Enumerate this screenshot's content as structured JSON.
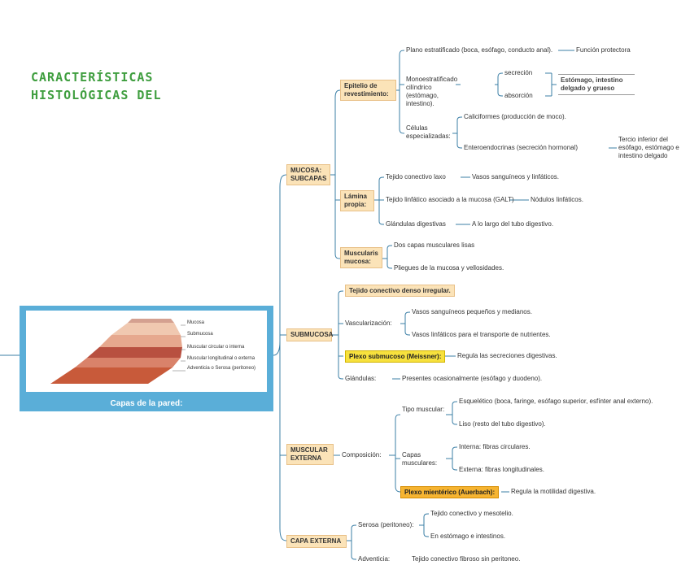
{
  "title": "CARACTERÍSTICAS HISTOLÓGICAS DEL",
  "image_card": {
    "caption": "Capas de la pared:",
    "layers": [
      "Mucosa",
      "Submucosa",
      "Muscular circular o interna",
      "Muscular longitudinal o externa",
      "Adventicia o Serosa (peritoneo)"
    ]
  },
  "mucosa": {
    "label": "MUCOSA: SUBCAPAS",
    "epitelio": {
      "label": "Epitelio de revestimiento:",
      "items": {
        "plano": "Plano estratificado (boca, esófago, conducto anal).",
        "plano_note": "Función protectora",
        "cilindrico": "Monoestratificado cilíndrico (estómago, intestino).",
        "secrecion": "secreción",
        "absorcion": "absorción",
        "cilindrico_note": "Estómago, intestino delgado y grueso",
        "celulas": "Células especializadas:",
        "caliciformes": "Caliciformes (producción de moco).",
        "enteroendocrinas": "Enteroendocrinas (secreción hormonal)",
        "enteroendocrinas_note": "Tercio inferior del esófago, estómago e intestino delgado"
      }
    },
    "lamina": {
      "label": "Lámina propia:",
      "items": {
        "t1": "Tejido conectivo laxo",
        "t1_note": "Vasos sanguíneos y linfáticos.",
        "t2": "Tejido linfático asociado a la mucosa (GALT)",
        "t2_note": "Nódulos linfáticos.",
        "t3": "Glándulas digestivas",
        "t3_note": "A lo largo del tubo digestivo."
      }
    },
    "muscularis": {
      "label": "Muscularis mucosa:",
      "items": {
        "m1": "Dos capas musculares lisas",
        "m2": "Pliegues de la mucosa y vellosidades."
      }
    }
  },
  "submucosa": {
    "label": "SUBMUCOSA",
    "items": {
      "tejido": "Tejido conectivo denso irregular.",
      "vasc": "Vascularización:",
      "vasc1": "Vasos sanguíneos pequeños y medianos.",
      "vasc2": "Vasos linfáticos para el transporte de nutrientes.",
      "plexo": "Plexo submucoso (Meissner):",
      "plexo_note": "Regula las secreciones digestivas.",
      "glandulas": "Glándulas:",
      "glandulas_note": "Presentes ocasionalmente (esófago y duodeno)."
    }
  },
  "muscular_externa": {
    "label": "MUSCULAR EXTERNA",
    "composicion": "Composición:",
    "tipo": "Tipo muscular:",
    "tipo1": "Esquelético (boca, faringe, esófago superior, esfínter anal externo).",
    "tipo2": "Liso (resto del tubo digestivo).",
    "capas": "Capas musculares:",
    "capa1": "Interna: fibras circulares.",
    "capa2": "Externa: fibras longitudinales.",
    "plexo": "Plexo mientérico (Auerbach):",
    "plexo_note": "Regula la motilidad digestiva."
  },
  "capa_externa": {
    "label": "CAPA EXTERNA",
    "serosa": "Serosa (peritoneo):",
    "serosa1": "Tejido conectivo y mesotelio.",
    "serosa2": "En estómago e intestinos.",
    "adventicia": "Adventicia:",
    "adventicia_note": "Tejido conectivo fibroso sin peritoneo."
  },
  "colors": {
    "branch": "#3b7fa6",
    "heading": "#3f9e3f",
    "node_fill": "#fbe3b8",
    "yellow": "#f7e13e",
    "orange": "#f6b431",
    "card": "#5aaed8"
  }
}
